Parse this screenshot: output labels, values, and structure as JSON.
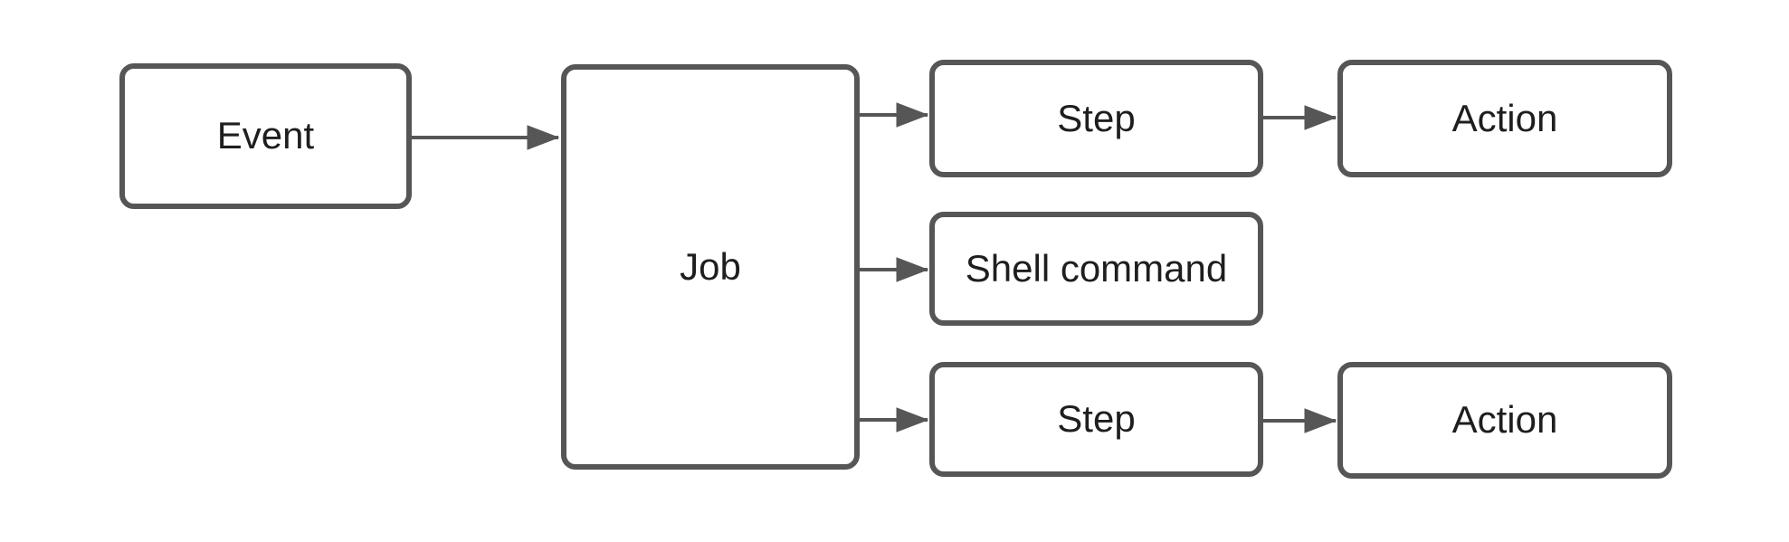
{
  "theme": {
    "canvas-bg": "#ffffff",
    "shape-fill": "#ffffff",
    "stroke": "#565656",
    "text": "#1e1e1e"
  },
  "diagram": {
    "type": "flowchart",
    "nodes": [
      {
        "id": "event",
        "label": "Event"
      },
      {
        "id": "job",
        "label": "Job"
      },
      {
        "id": "step-top",
        "label": "Step"
      },
      {
        "id": "action-top",
        "label": "Action"
      },
      {
        "id": "shell-command",
        "label": "Shell command"
      },
      {
        "id": "step-bottom",
        "label": "Step"
      },
      {
        "id": "action-bottom",
        "label": "Action"
      }
    ],
    "edges": [
      {
        "from": "event",
        "to": "job"
      },
      {
        "from": "job",
        "to": "step-top"
      },
      {
        "from": "job",
        "to": "shell-command"
      },
      {
        "from": "job",
        "to": "step-bottom"
      },
      {
        "from": "step-top",
        "to": "action-top"
      },
      {
        "from": "step-bottom",
        "to": "action-bottom"
      }
    ]
  }
}
